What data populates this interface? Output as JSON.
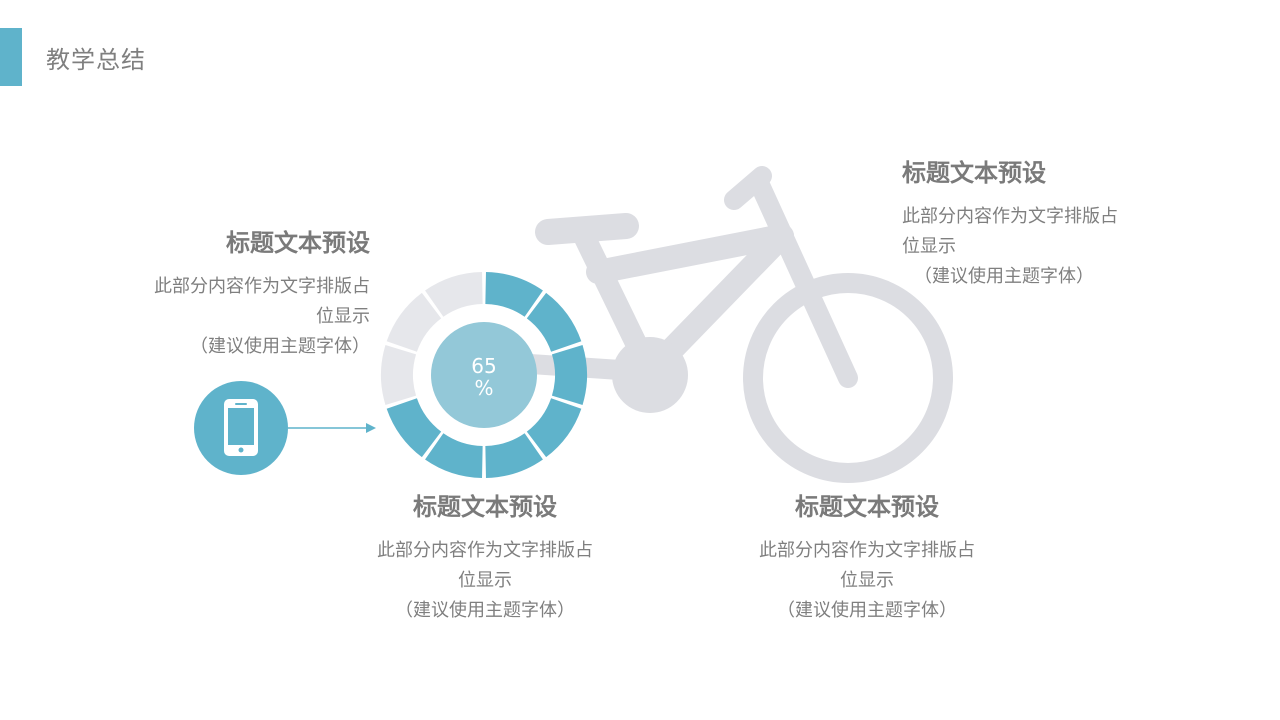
{
  "header": {
    "title": "教学总结"
  },
  "colors": {
    "accent": "#5fb3cb",
    "bike": "#dcdde2",
    "ring_inactive": "#e6e7eb",
    "text": "#7f7f7f"
  },
  "gauge": {
    "percent": 65,
    "label_num": "65",
    "label_sign": "%"
  },
  "icons": {
    "device": "smartphone-icon",
    "graphic": "bicycle-graphic"
  },
  "blocks": {
    "left": {
      "heading": "标题文本预设",
      "line1": "此部分内容作为文字排版占",
      "line2": "位显示",
      "line3": "（建议使用主题字体）"
    },
    "right": {
      "heading": "标题文本预设",
      "line1": "此部分内容作为文字排版占",
      "line2": "位显示",
      "line3": "（建议使用主题字体）"
    },
    "bottom_center": {
      "heading": "标题文本预设",
      "line1": "此部分内容作为文字排版占",
      "line2": "位显示",
      "line3": "（建议使用主题字体）"
    },
    "bottom_right": {
      "heading": "标题文本预设",
      "line1": "此部分内容作为文字排版占",
      "line2": "位显示",
      "line3": "（建议使用主题字体）"
    }
  }
}
